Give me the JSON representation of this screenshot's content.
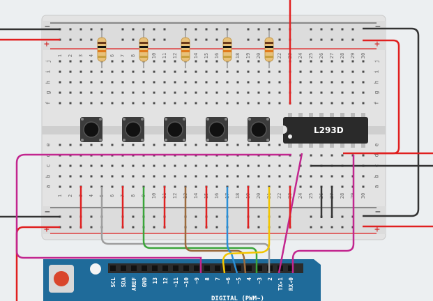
{
  "breadboard": {
    "rail_plus": "+",
    "rail_minus": "−",
    "column_numbers": [
      "1",
      "2",
      "3",
      "4",
      "5",
      "6",
      "7",
      "8",
      "9",
      "10",
      "11",
      "12",
      "13",
      "14",
      "15",
      "16",
      "17",
      "18",
      "19",
      "20",
      "21",
      "22",
      "23",
      "24",
      "25",
      "26",
      "27",
      "28",
      "29",
      "30"
    ],
    "top_rows": [
      "j",
      "i",
      "h",
      "g",
      "f"
    ],
    "bottom_rows": [
      "e",
      "d",
      "c",
      "b",
      "a"
    ]
  },
  "chip": {
    "label": "L293D"
  },
  "arduino": {
    "pins": [
      "SCL",
      "SDA",
      "AREF",
      "GND",
      "13",
      "12",
      "~11",
      "~10",
      "~9",
      "8",
      "7",
      "~6",
      "~5",
      "4",
      "~3",
      "2",
      "TX▸1",
      "RX◂0"
    ],
    "digital_label": "DIGITAL (PWM~)"
  },
  "colors": {
    "red_wire": "#e02020",
    "black_wire": "#333333",
    "grey_wire": "#9e9e9e",
    "green_wire": "#3aa53a",
    "brown_wire": "#9b6a3c",
    "blue_wire": "#2b8fd6",
    "yellow_wire": "#f2c500",
    "magenta_wire": "#c2268f",
    "arduino_blue": "#1f6b9a",
    "breadboard": "#e3e3e3"
  },
  "icons": {
    "resistors": "resistor-icon",
    "buttons": "push-button-icon",
    "reset": "reset-button-icon"
  }
}
